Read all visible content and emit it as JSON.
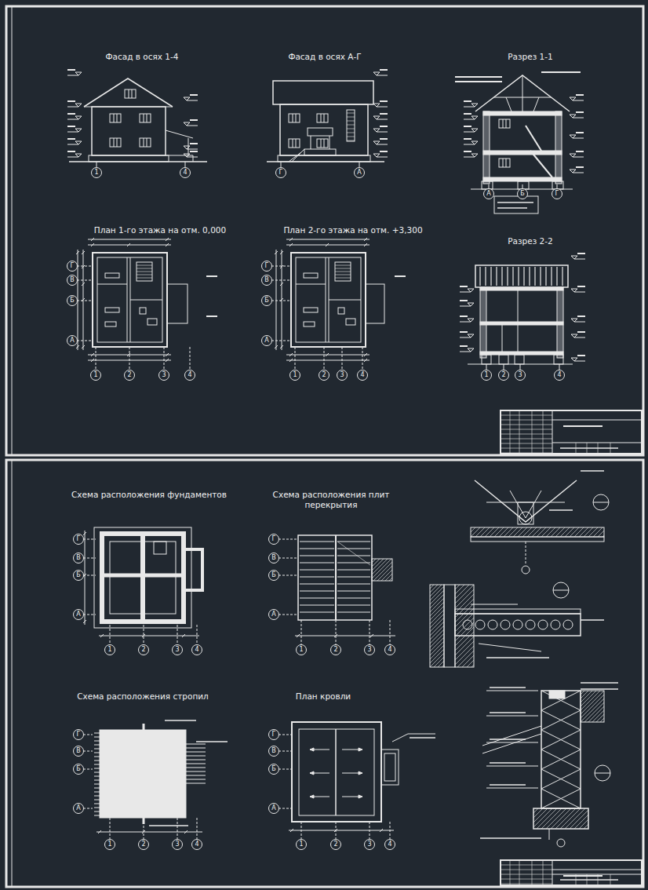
{
  "diagram": {
    "labels": [
      "Фасад в осях 1-4",
      "1",
      "4",
      "Фасад в осях А-Г",
      "Г",
      "А",
      "Разрез 1-1",
      "А",
      "Б",
      "Г",
      "План 1-го этажа на отм. 0,000",
      "Г",
      "В",
      "Б",
      "А",
      "1",
      "2",
      "3",
      "4",
      "План 2-го этажа на отм. +3,300",
      "Г",
      "В",
      "Б",
      "А",
      "1",
      "2",
      "3",
      "4",
      "Разрез 2-2",
      "1",
      "2",
      "3",
      "4",
      "Схема расположения фундаментов",
      "Г",
      "В",
      "Б",
      "А",
      "1",
      "2",
      "3",
      "4",
      "Схема расположения плит перекрытия",
      "Г",
      "В",
      "Б",
      "А",
      "1",
      "2",
      "3",
      "4",
      "Схема расположения стропил",
      "Г",
      "В",
      "Б",
      "А",
      "1",
      "2",
      "3",
      "4",
      "План кровли",
      "Г",
      "В",
      "Б",
      "А",
      "1",
      "2",
      "3",
      "4"
    ]
  }
}
